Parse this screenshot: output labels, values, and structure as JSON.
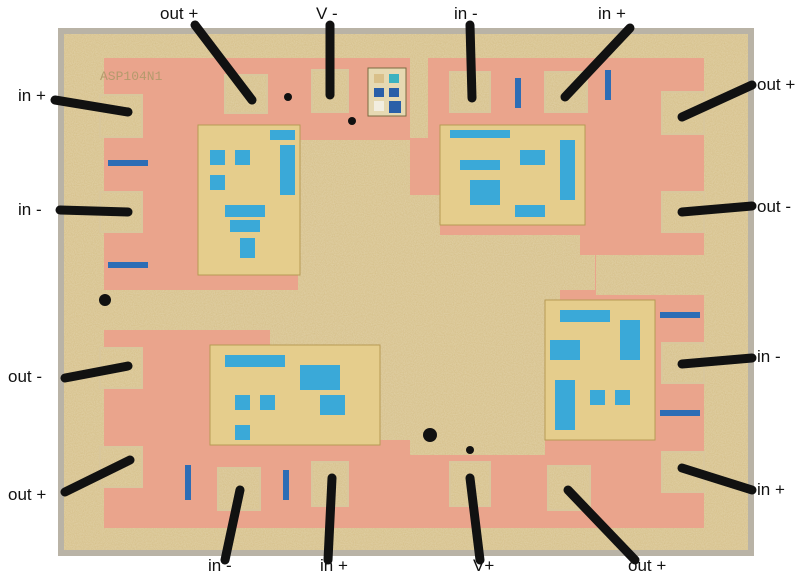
{
  "chip_marking": "ASP104N1",
  "labels": {
    "top": [
      "out +",
      "V -",
      "in -",
      "in +"
    ],
    "left": [
      "in +",
      "in -",
      "out -",
      "out +"
    ],
    "right": [
      "out +",
      "out -",
      "in -",
      "in +"
    ],
    "bottom": [
      "in -",
      "in +",
      "V+",
      "out +"
    ]
  },
  "colors": {
    "pink": "#eaa48c",
    "gold": "#c9b17a",
    "blue": "#3aa9d8",
    "wire": "#111111"
  }
}
